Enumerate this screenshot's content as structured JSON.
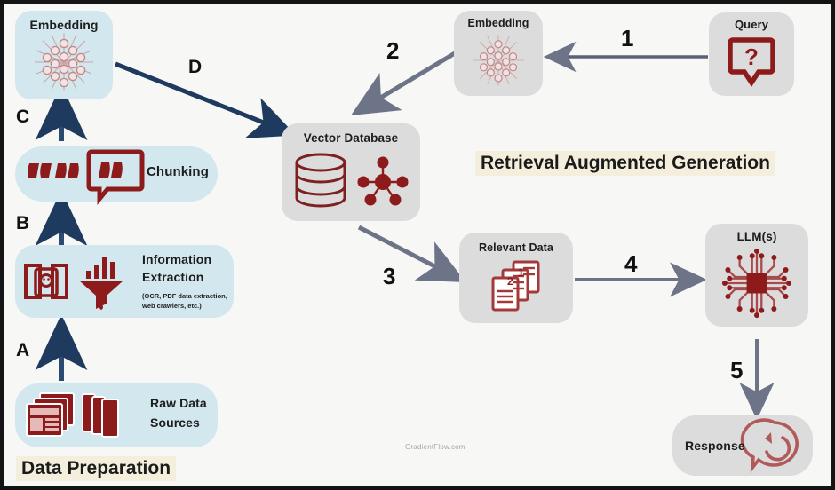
{
  "diagram": {
    "title_banner": "Retrieval Augmented Generation",
    "section_banner": "Data Preparation",
    "watermark": "GradientFlow.com",
    "colors": {
      "blue_box": "#d3e8ee",
      "grey_box": "#dcdcdc",
      "banner_bg": "#f4eedc",
      "dark_arrow": "#1f3a5f",
      "grey_arrow": "#6e7488",
      "icon_red": "#9c1d1d",
      "background": "#f7f7f6",
      "frame": "#141414"
    },
    "nodes": [
      {
        "id": "embedding-left",
        "label": "Embedding",
        "icon": "neural-network-icon",
        "style": "blue"
      },
      {
        "id": "chunking",
        "label": "Chunking",
        "icon": "quote-bubble-icon",
        "style": "blue"
      },
      {
        "id": "information-extraction",
        "label": "Information\nExtraction",
        "icon": "ocr-funnel-icon",
        "style": "blue",
        "sublabel": "(OCR, PDF data extraction,\nweb crawlers, etc.)"
      },
      {
        "id": "raw-data-sources",
        "label": "Raw Data\nSources",
        "icon": "documents-stack-icon",
        "style": "blue"
      },
      {
        "id": "vector-database",
        "label": "Vector Database",
        "icon": "database-cluster-icon",
        "style": "grey"
      },
      {
        "id": "embedding-right",
        "label": "Embedding",
        "icon": "neural-network-icon",
        "style": "grey"
      },
      {
        "id": "query",
        "label": "Query",
        "icon": "question-bubble-icon",
        "style": "grey"
      },
      {
        "id": "relevant-data",
        "label": "Relevant Data",
        "icon": "ranked-documents-icon",
        "style": "grey"
      },
      {
        "id": "llms",
        "label": "LLM(s)",
        "icon": "chip-icon",
        "style": "grey"
      },
      {
        "id": "response",
        "label": "Response",
        "icon": "reply-bubble-icon",
        "style": "grey"
      }
    ],
    "node_labels": {
      "embedding_left": "Embedding",
      "chunking": "Chunking",
      "information_extraction_line1": "Information",
      "information_extraction_line2": "Extraction",
      "information_extraction_note": "(OCR, PDF data extraction,\nweb crawlers, etc.)",
      "raw_data_line1": "Raw Data",
      "raw_data_line2": "Sources",
      "vector_database": "Vector Database",
      "embedding_right": "Embedding",
      "query": "Query",
      "relevant_data": "Relevant Data",
      "llms": "LLM(s)",
      "response": "Response"
    },
    "steps": [
      {
        "id": "step-a",
        "label": "A",
        "kind": "letter",
        "from": "raw-data-sources",
        "to": "information-extraction"
      },
      {
        "id": "step-b",
        "label": "B",
        "kind": "letter",
        "from": "information-extraction",
        "to": "chunking"
      },
      {
        "id": "step-c",
        "label": "C",
        "kind": "letter",
        "from": "chunking",
        "to": "embedding-left"
      },
      {
        "id": "step-d",
        "label": "D",
        "kind": "letter",
        "from": "embedding-left",
        "to": "vector-database"
      },
      {
        "id": "step-1",
        "label": "1",
        "kind": "number",
        "from": "query",
        "to": "embedding-right"
      },
      {
        "id": "step-2",
        "label": "2",
        "kind": "number",
        "from": "embedding-right",
        "to": "vector-database"
      },
      {
        "id": "step-3",
        "label": "3",
        "kind": "number",
        "from": "vector-database",
        "to": "relevant-data"
      },
      {
        "id": "step-4",
        "label": "4",
        "kind": "number",
        "from": "relevant-data",
        "to": "llms"
      },
      {
        "id": "step-5",
        "label": "5",
        "kind": "number",
        "from": "llms",
        "to": "response"
      }
    ]
  }
}
